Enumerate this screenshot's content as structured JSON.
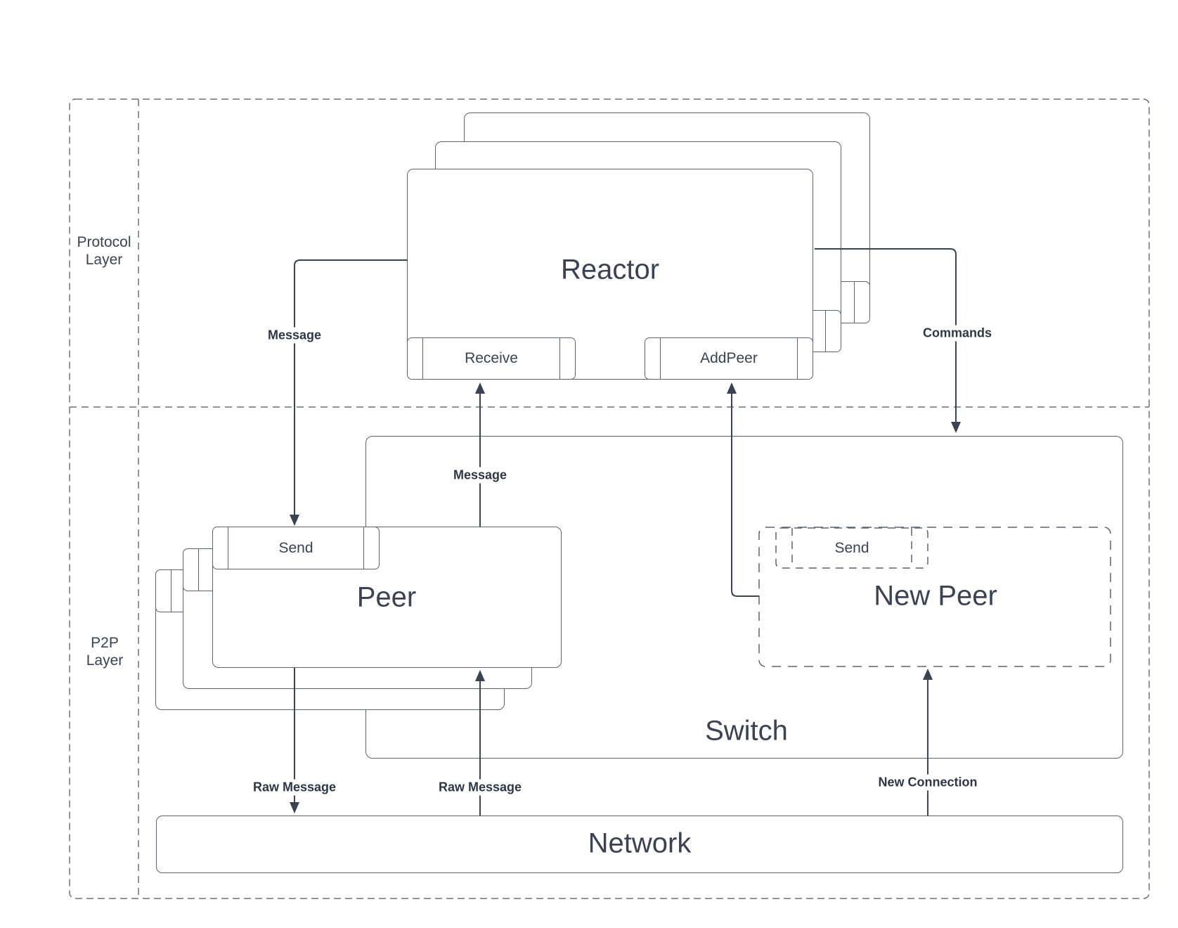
{
  "layers": {
    "protocol": {
      "line1": "Protocol",
      "line2": "Layer"
    },
    "p2p": {
      "line1": "P2P",
      "line2": "Layer"
    }
  },
  "nodes": {
    "reactor": {
      "label": "Reactor",
      "receive_label": "Receive",
      "addpeer_label": "AddPeer"
    },
    "peer": {
      "label": "Peer",
      "send_label": "Send"
    },
    "new_peer": {
      "label": "New Peer",
      "send_label": "Send"
    },
    "switch": {
      "label": "Switch"
    },
    "network": {
      "label": "Network"
    }
  },
  "edges": {
    "message_to_send": {
      "label": "Message"
    },
    "message_to_receive": {
      "label": "Message"
    },
    "commands": {
      "label": "Commands"
    },
    "raw_message_out": {
      "label": "Raw Message"
    },
    "raw_message_in": {
      "label": "Raw Message"
    },
    "new_connection": {
      "label": "New Connection"
    }
  },
  "colors": {
    "box_border": "#5d6470",
    "dashed_border": "#6a7080",
    "arrow": "#3a4350",
    "text": "#3b4254",
    "label_text": "#2d3748",
    "background": "#ffffff"
  }
}
